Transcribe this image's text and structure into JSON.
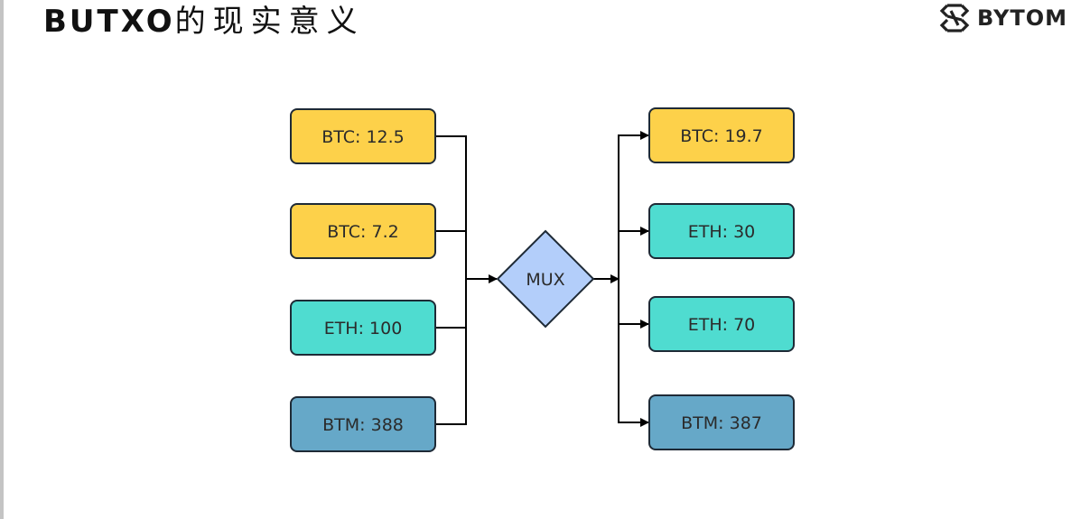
{
  "title": {
    "latin": "BUTXO",
    "cjk": "的现实意义"
  },
  "logo": {
    "icon": "bytom-logo-icon",
    "text": "BYTOM"
  },
  "colors": {
    "btc": "#fdd14a",
    "eth": "#4fdcd0",
    "btm": "#66a8c8",
    "mux": "#b3cefa",
    "border": "#1e2a36",
    "line": "#000000"
  },
  "diagram": {
    "inputs": [
      {
        "label": "BTC: 12.5",
        "asset": "btc"
      },
      {
        "label": "BTC: 7.2",
        "asset": "btc"
      },
      {
        "label": "ETH: 100",
        "asset": "eth"
      },
      {
        "label": "BTM: 388",
        "asset": "btm"
      }
    ],
    "mux": {
      "label": "MUX"
    },
    "outputs": [
      {
        "label": "BTC: 19.7",
        "asset": "btc"
      },
      {
        "label": "ETH: 30",
        "asset": "eth"
      },
      {
        "label": "ETH: 70",
        "asset": "eth"
      },
      {
        "label": "BTM: 387",
        "asset": "btm"
      }
    ]
  }
}
